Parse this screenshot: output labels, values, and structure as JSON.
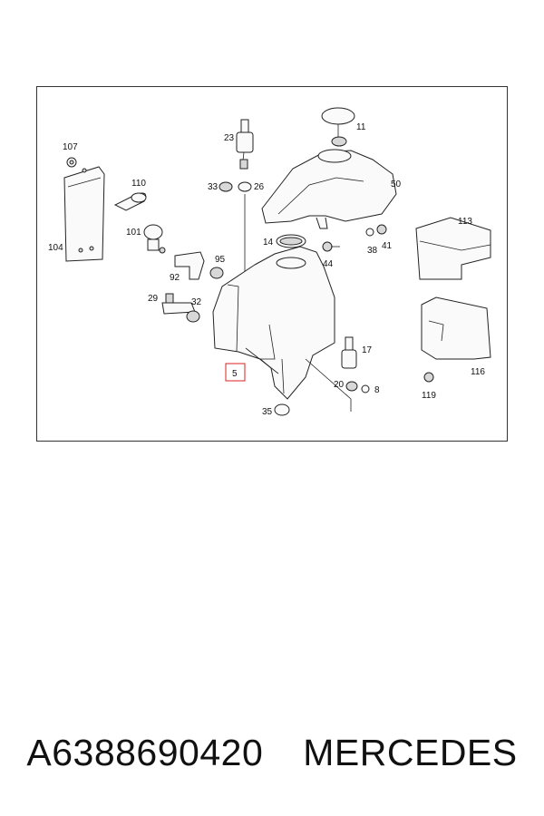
{
  "diagram": {
    "callouts": {
      "c107": "107",
      "c104": "104",
      "c110": "110",
      "c101": "101",
      "c92": "92",
      "c95": "95",
      "c29": "29",
      "c32": "32",
      "c23": "23",
      "c33": "33",
      "c26": "26",
      "c11": "11",
      "c50": "50",
      "c14": "14",
      "c44": "44",
      "c38": "38",
      "c41": "41",
      "c113": "113",
      "c116": "116",
      "c119": "119",
      "c17": "17",
      "c20": "20",
      "c8": "8",
      "c35": "35",
      "c5": "5"
    },
    "highlighted_callout": "5",
    "highlight_color": "#d22222"
  },
  "caption": {
    "part_number": "A6388690420",
    "brand": "MERCEDES"
  }
}
